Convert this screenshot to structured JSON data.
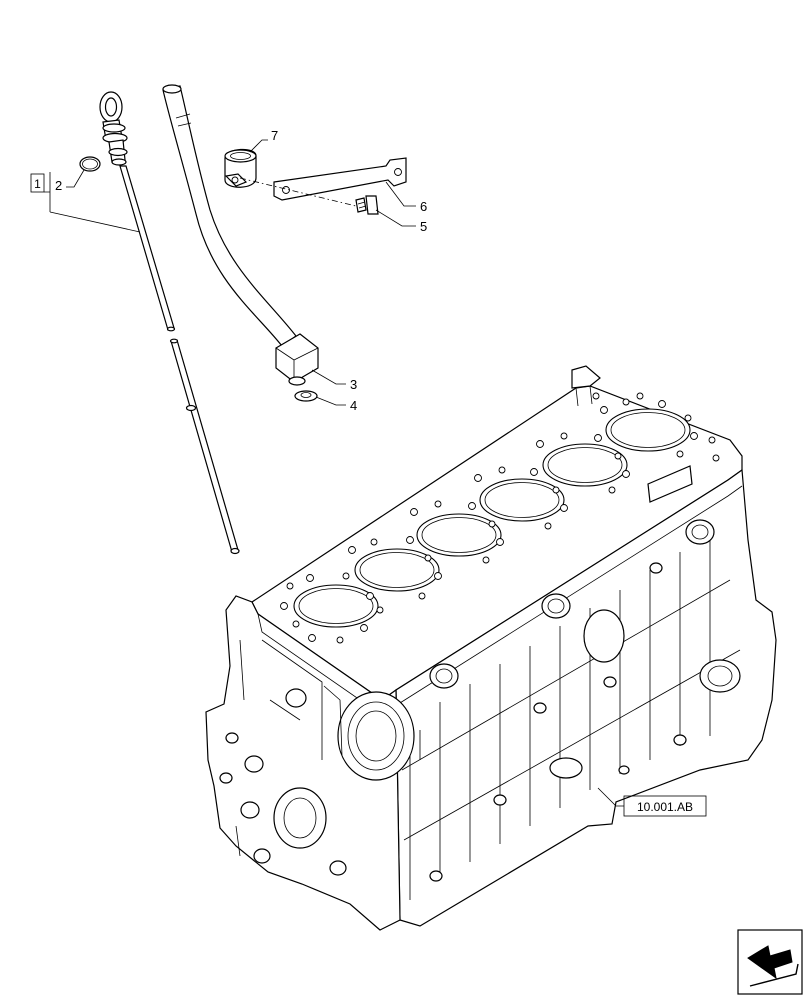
{
  "callouts": {
    "group_1": "1",
    "part_2": "2",
    "part_3": "3",
    "part_4": "4",
    "part_5": "5",
    "part_6": "6",
    "part_7": "7"
  },
  "reference": {
    "label": "10.001.AB"
  },
  "icons": {
    "nav": "arrow-back-icon",
    "engine": "engine-block-icon"
  },
  "colors": {
    "line": "#000000",
    "background": "#ffffff"
  }
}
